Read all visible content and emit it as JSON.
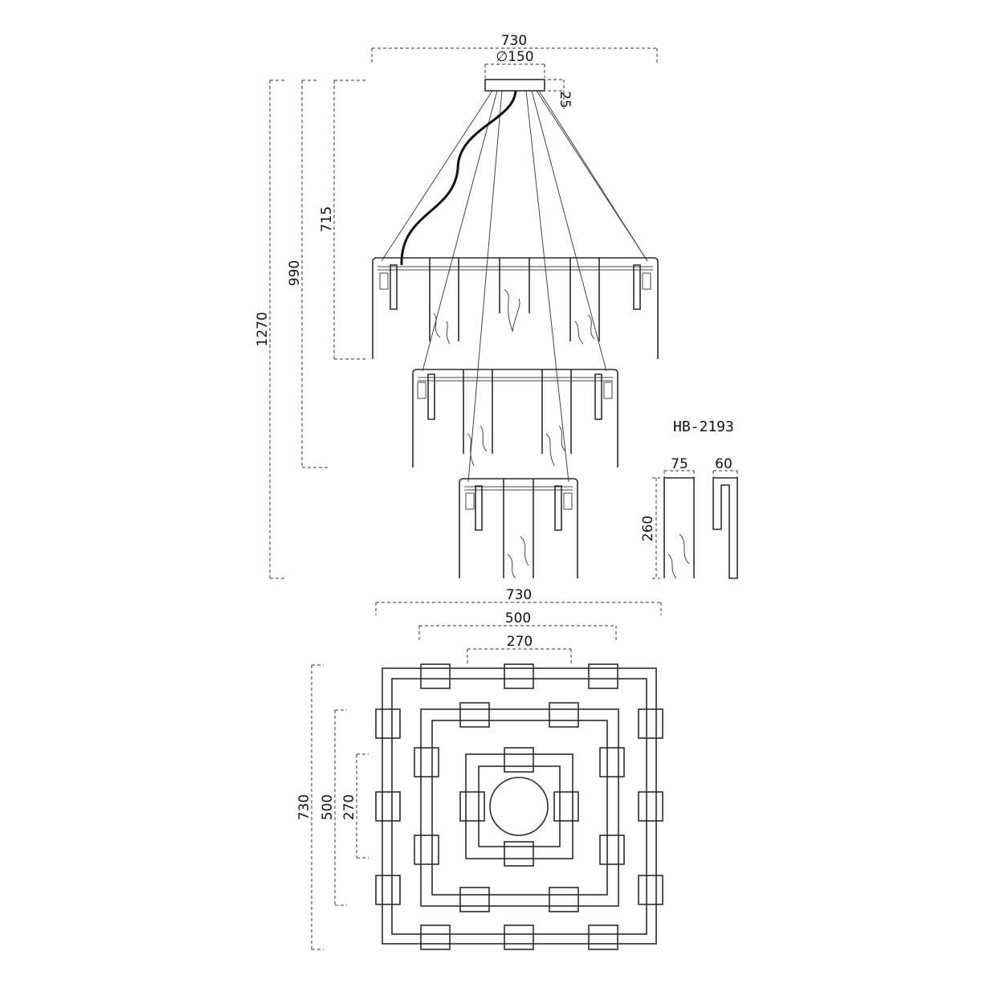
{
  "model_label": "HB-2193",
  "colors": {
    "line": "#2b2b2b",
    "background": "#ffffff"
  },
  "dimensions": {
    "top_width": "730",
    "canopy_diameter": "∅150",
    "canopy_height": "25",
    "height_tier1": "715",
    "height_tier2": "990",
    "height_total": "1270",
    "glass_width": "75",
    "glass_depth": "60",
    "glass_height": "260",
    "plan_outer": "730",
    "plan_middle": "500",
    "plan_inner": "270",
    "plan_left_outer": "730",
    "plan_left_middle": "500",
    "plan_left_inner": "270"
  }
}
